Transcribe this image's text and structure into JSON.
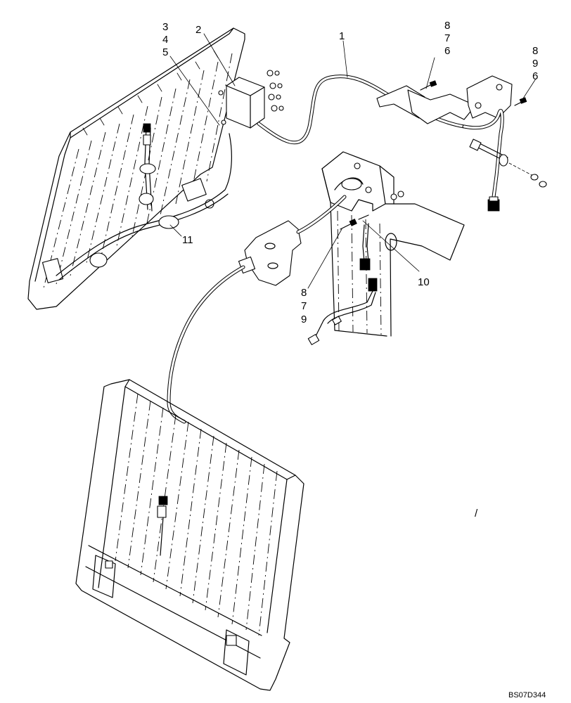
{
  "diagram": {
    "reference_code": "BS07D344",
    "stray_mark": "/",
    "callouts": {
      "c1": "1",
      "c2": "2",
      "c3": "3",
      "c4": "4",
      "c5": "5",
      "c8a": "8",
      "c7a": "7",
      "c6a": "6",
      "c8b": "8",
      "c9b": "9",
      "c6b": "6",
      "c10": "10",
      "c11": "11",
      "c8c": "8",
      "c7c": "7",
      "c9c": "9"
    }
  }
}
